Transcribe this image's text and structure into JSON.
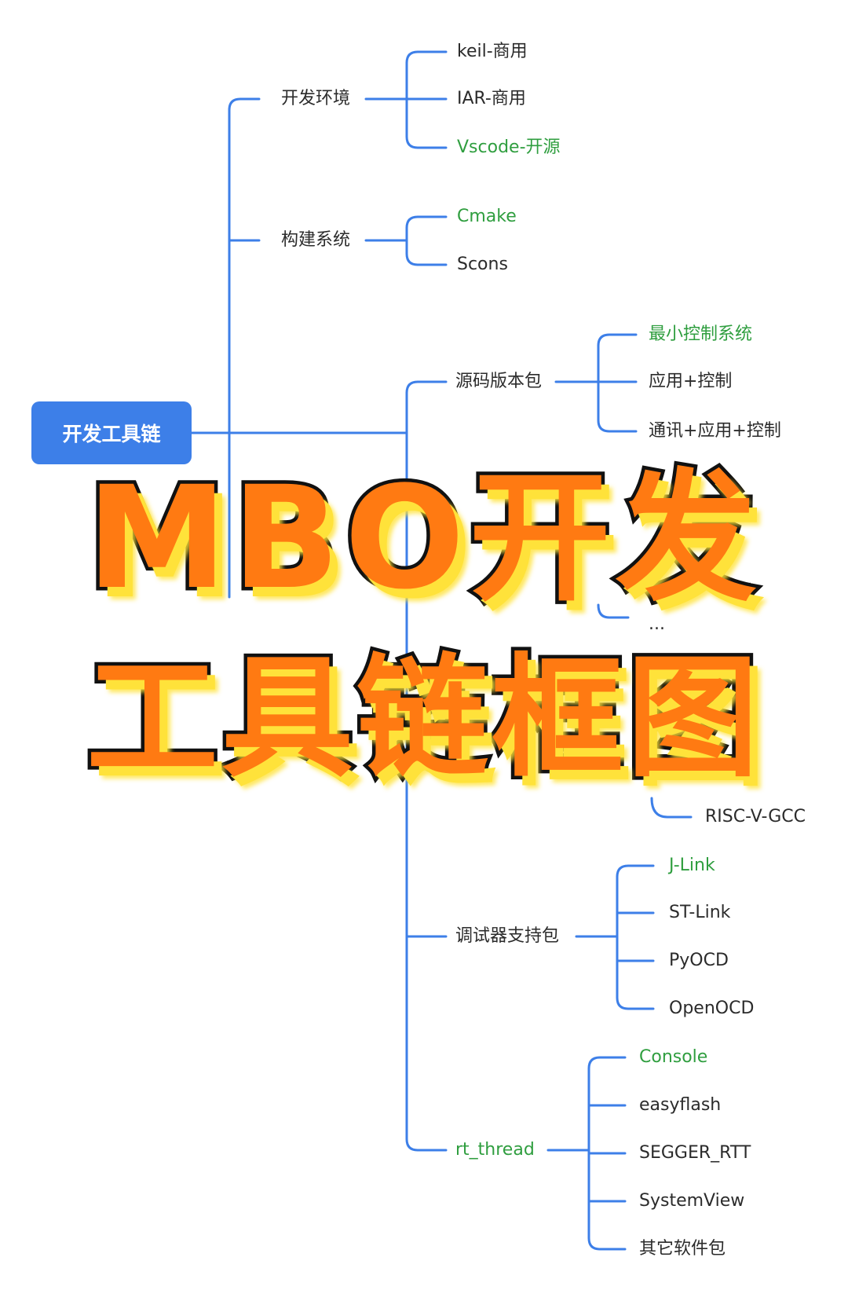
{
  "root": "开发工具链",
  "overlay": {
    "line1": "MBO开发",
    "line2": "工具链框图"
  },
  "colors": {
    "line": "#3d7fe8",
    "highlight": "#2f9e3f",
    "overlay_fill": "#ff7a12",
    "overlay_shadow": "#ffe23a"
  },
  "branches": {
    "dev_env": {
      "label": "开发环境",
      "items": [
        "keil-商用",
        "IAR-商用",
        "Vscode-开源"
      ]
    },
    "build": {
      "label": "构建系统",
      "items": [
        "Cmake",
        "Scons"
      ]
    },
    "src_pkg": {
      "label": "源码版本包",
      "items": [
        "最小控制系统",
        "应用+控制",
        "通讯+应用+控制"
      ]
    },
    "hidden": {
      "items": [
        "...",
        "RISC-V-GCC"
      ]
    },
    "debug": {
      "label": "调试器支持包",
      "items": [
        "J-Link",
        "ST-Link",
        "PyOCD",
        "OpenOCD"
      ]
    },
    "rtos": {
      "label": "rt_thread",
      "items": [
        "Console",
        "easyflash",
        "SEGGER_RTT",
        "SystemView",
        "其它软件包"
      ]
    }
  }
}
